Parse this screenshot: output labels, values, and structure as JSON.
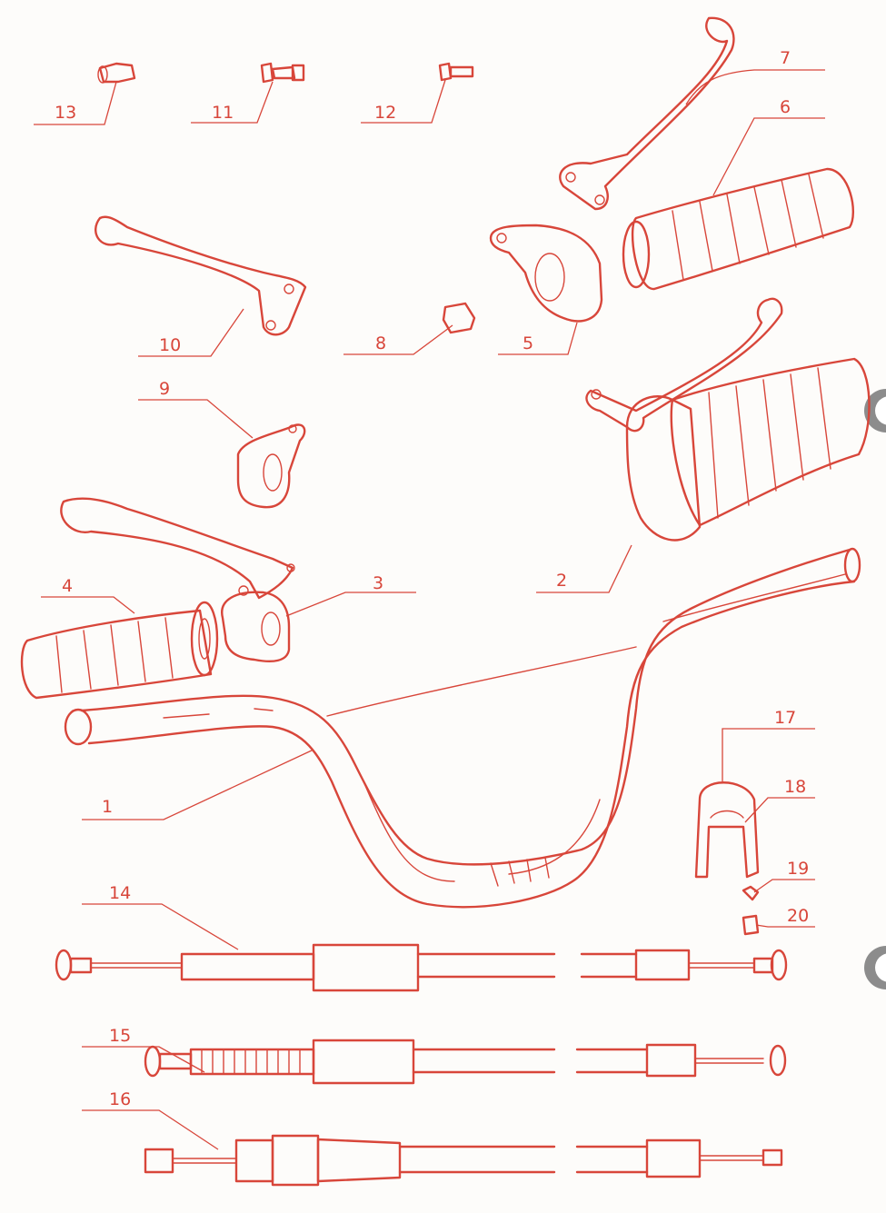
{
  "diagram": {
    "part_numbers": [
      "1",
      "2",
      "3",
      "4",
      "5",
      "6",
      "7",
      "8",
      "9",
      "10",
      "11",
      "12",
      "13",
      "14",
      "15",
      "16",
      "17",
      "18",
      "19",
      "20"
    ]
  },
  "colors": {
    "ink": "#d8463a",
    "paper": "#fdfcfa",
    "binder_hole": "#8c8c8c"
  }
}
